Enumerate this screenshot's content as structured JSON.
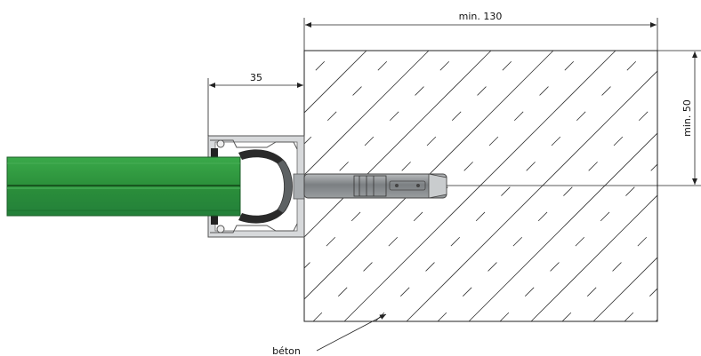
{
  "dimensions": {
    "width_label": "min. 130",
    "offset_label": "35",
    "depth_label": "min. 50"
  },
  "labels": {
    "material": "béton"
  },
  "colors": {
    "glass": "#2e9a3e",
    "glass_dark": "#1e6e2a",
    "profile": "#d2d4d6",
    "anchor": "#8e9295",
    "line": "#222222"
  }
}
